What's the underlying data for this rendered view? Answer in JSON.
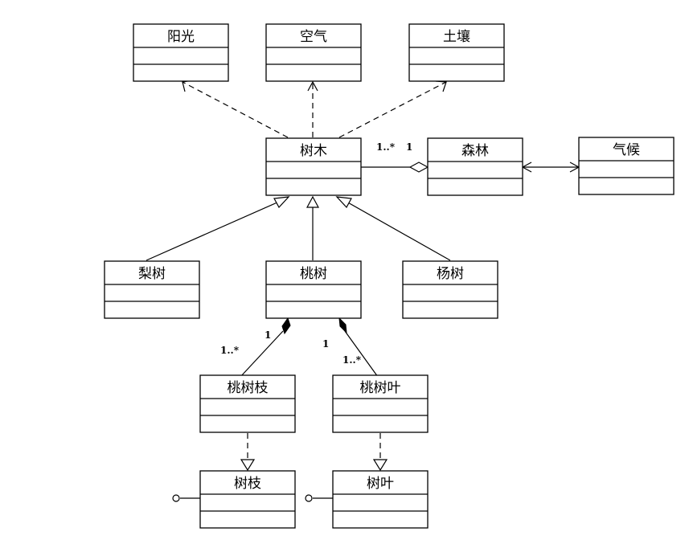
{
  "classes": {
    "sunlight": "阳光",
    "air": "空气",
    "soil": "土壤",
    "tree": "树木",
    "forest": "森林",
    "climate": "气候",
    "pear_tree": "梨树",
    "peach_tree": "桃树",
    "poplar_tree": "杨树",
    "peach_branch": "桃树枝",
    "peach_leaf": "桃树叶",
    "branch": "树枝",
    "leaf": "树叶"
  },
  "multiplicities": {
    "tree_forest_many": "1..*",
    "tree_forest_one": "1",
    "peach_branch_one": "1",
    "peach_branch_many": "1..*",
    "peach_leaf_one": "1",
    "peach_leaf_many": "1..*"
  }
}
